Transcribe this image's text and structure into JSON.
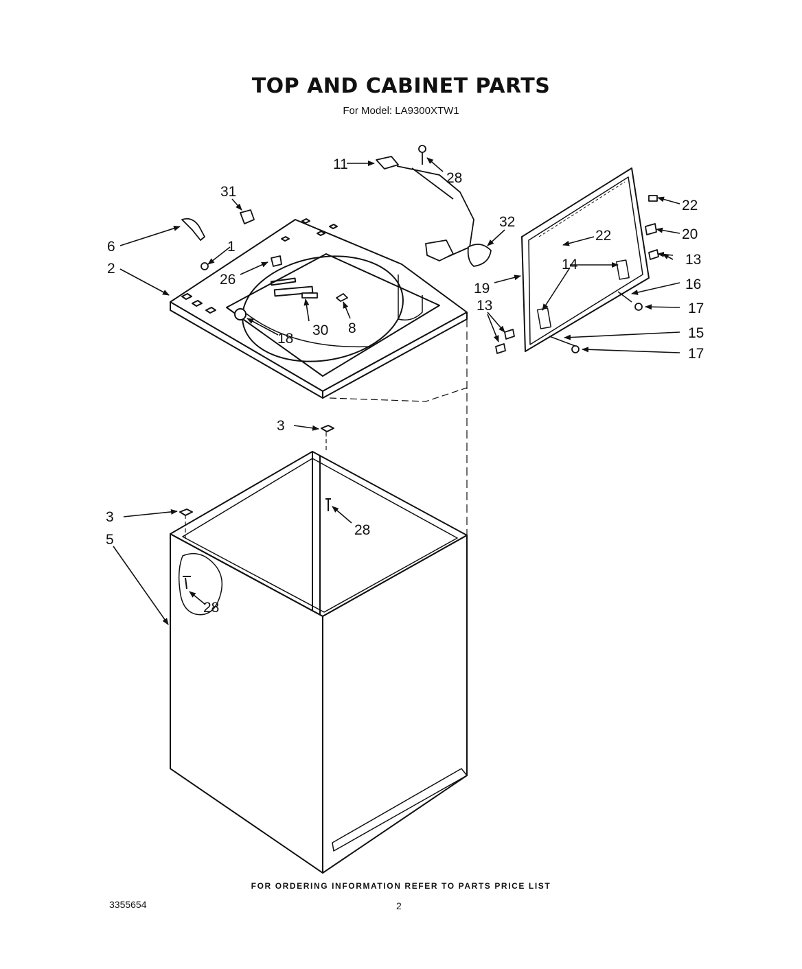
{
  "page": {
    "title": "TOP AND CABINET PARTS",
    "subtitle": "For Model: LA9300XTW1",
    "footer_note": "FOR ORDERING INFORMATION REFER TO PARTS PRICE LIST",
    "doc_number": "3355654",
    "page_number": "2"
  },
  "diagram": {
    "callouts": [
      "1",
      "2",
      "3",
      "3",
      "5",
      "6",
      "8",
      "11",
      "13",
      "13",
      "14",
      "15",
      "16",
      "17",
      "17",
      "18",
      "19",
      "20",
      "22",
      "22",
      "26",
      "28",
      "28",
      "28",
      "30",
      "31",
      "32"
    ]
  }
}
